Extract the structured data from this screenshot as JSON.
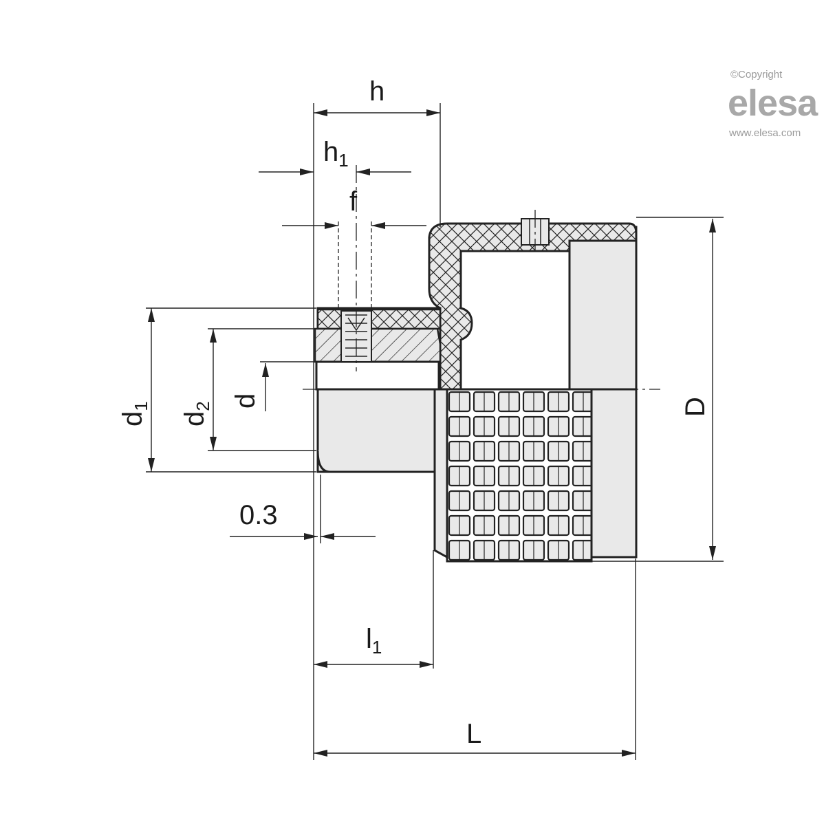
{
  "logo": {
    "copyright": "©Copyright",
    "brand": "elesa",
    "url": "www.elesa.com"
  },
  "dimensions": {
    "h": "h",
    "h1_main": "h",
    "h1_sub": "1",
    "f": "f",
    "d1_main": "d",
    "d1_sub": "1",
    "d2_main": "d",
    "d2_sub": "2",
    "d": "d",
    "D": "D",
    "gap": "0.3",
    "l1_main": "l",
    "l1_sub": "1",
    "L": "L"
  },
  "colors": {
    "line": "#222222",
    "fill": "#e9e9e9",
    "logo": "#a8a8a8"
  }
}
